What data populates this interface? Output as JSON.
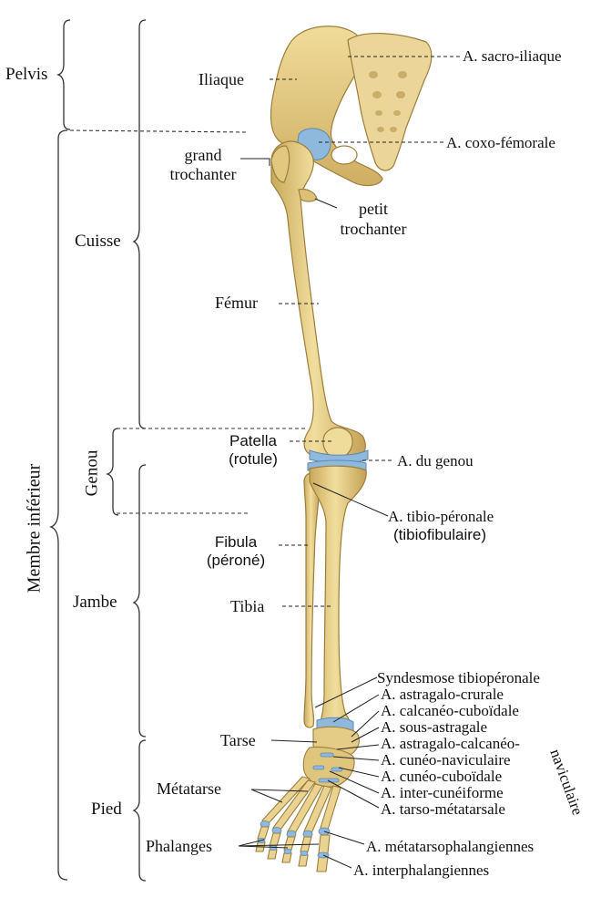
{
  "regions": {
    "pelvis": "Pelvis",
    "cuisse": "Cuisse",
    "genou": "Genou",
    "jambe": "Jambe",
    "pied": "Pied",
    "membre": "Membre inférieur"
  },
  "bones": {
    "iliaque": "Iliaque",
    "grand_trochanter": [
      "grand",
      "trochanter"
    ],
    "petit_trochanter": [
      "petit",
      "trochanter"
    ],
    "femur": "Fémur",
    "patella": [
      "Patella",
      "(rotule)"
    ],
    "fibula": [
      "Fibula",
      "(péroné)"
    ],
    "tibia": "Tibia",
    "tarse": "Tarse",
    "metatarse": "Métatarse",
    "phalanges": "Phalanges"
  },
  "joints": {
    "sacro_iliaque": "A. sacro-iliaque",
    "coxo_femorale": "A. coxo-fémorale",
    "genou": "A. du genou",
    "tibio_peronale": [
      "A. tibio-péronale",
      "(tibiofibulaire)"
    ],
    "syndesmose": "Syndesmose tibiopéronale",
    "astragalo_crurale": "A. astragalo-crurale",
    "calcaneo_cuboidale": "A. calcanéo-cuboïdale",
    "sous_astragale": "A. sous-astragale",
    "astragalo_calcaneo": "A. astragalo-calcanéo-",
    "naviculaire": "naviculaire",
    "cuneo_naviculaire": "A. cunéo-naviculaire",
    "cuneo_cuboidale": "A. cunéo-cuboïdale",
    "inter_cuneiforme": "A. inter-cunéiforme",
    "tarso_metatarsale": "A. tarso-métatarsale",
    "metatarsophalangiennes": "A. métatarsophalangiennes",
    "interphalangiennes": "A. interphalangiennes"
  },
  "colors": {
    "bone": "#E9D38C",
    "bone_shade": "#C9A85A",
    "bone_outline": "#9C7E3C",
    "cartilage": "#8FB8DD",
    "line": "#333333"
  }
}
